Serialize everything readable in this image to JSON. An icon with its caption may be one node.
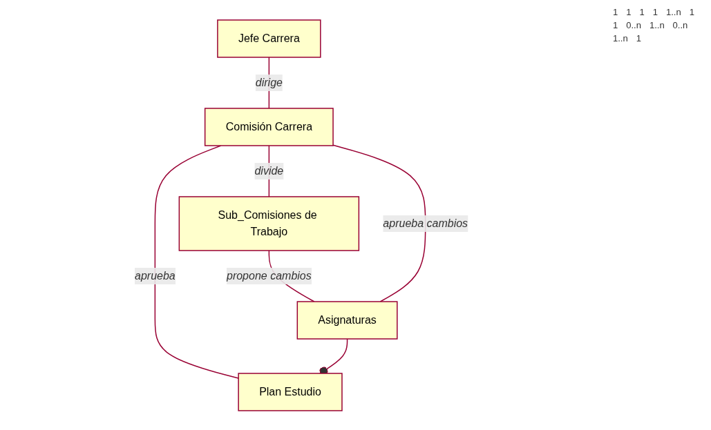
{
  "diagram": {
    "nodes": [
      {
        "text": [
          "Jefe Carrera"
        ]
      },
      {
        "text": [
          "Comisión Carrera"
        ]
      },
      {
        "text": [
          "Sub_Comisiones de Trabajo"
        ]
      },
      {
        "text": [
          "Asignaturas"
        ]
      },
      {
        "text": [
          "Plan Estudio"
        ]
      }
    ],
    "edges": [
      {
        "from": 0,
        "to": 1,
        "arrow": "none",
        "label": "dirige"
      },
      {
        "from": 1,
        "to": 4,
        "arrow": "none",
        "label": "aprueba"
      },
      {
        "from": 1,
        "to": 2,
        "arrow": "none",
        "label": "divide"
      },
      {
        "from": 2,
        "to": 3,
        "arrow": "none",
        "label": "propone cambios"
      },
      {
        "from": 1,
        "to": 3,
        "arrow": "none",
        "label": "aprueba cambios"
      },
      {
        "from": 3,
        "to": 4,
        "arrow": "other"
      }
    ],
    "labels": [
      "1",
      "1",
      "1",
      "1",
      "1..n",
      "1",
      "1",
      "0..n",
      "1..n",
      "0..n",
      "1..n",
      "1"
    ]
  }
}
